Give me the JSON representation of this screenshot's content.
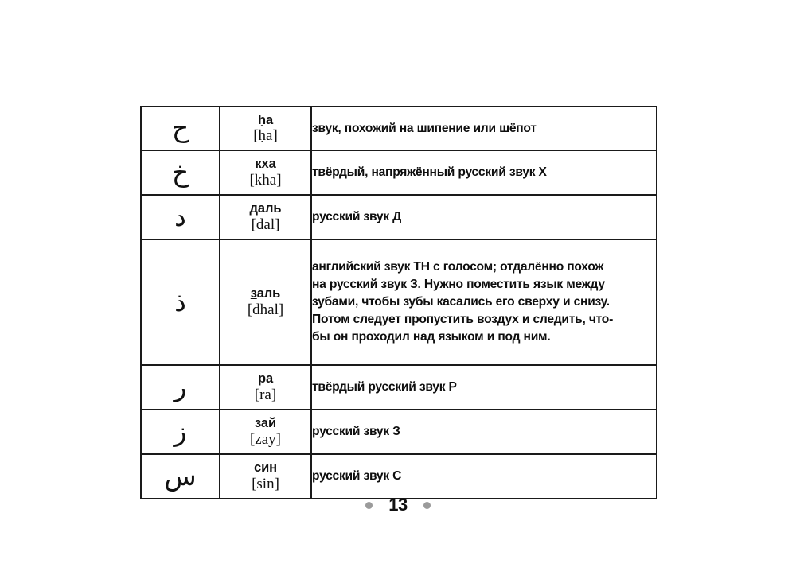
{
  "page": {
    "number": "13",
    "footer_dot_color": "#9b9b9b",
    "background_color": "#ffffff",
    "border_color": "#1a1a1a",
    "text_color": "#111111"
  },
  "table": {
    "columns": [
      "letter",
      "name",
      "description"
    ],
    "rows": [
      {
        "letter": "ح",
        "name_cyrillic": "ḥa",
        "name_latin": "[ḥa]",
        "description_lines": [
          "звук, похожий на шипение или шёпот"
        ]
      },
      {
        "letter": "خ",
        "name_cyrillic": "кха",
        "name_latin": "[kha]",
        "description_lines": [
          "твёрдый, напряжённый русский звук Х"
        ]
      },
      {
        "letter": "د",
        "name_cyrillic": "даль",
        "name_latin": "[dal]",
        "description_lines": [
          "русский звук Д"
        ]
      },
      {
        "letter": "ذ",
        "name_cyrillic_prefix": "з",
        "name_cyrillic_rest": "аль",
        "name_cyrillic": "заль",
        "name_latin": "[dhal]",
        "description_lines": [
          "английский звук ТН с голосом; отдалённо похож",
          "на русский звук З. Нужно поместить язык между",
          "зубами, чтобы зубы касались его сверху и снизу.",
          "Потом следует пропустить воздух и следить, что-",
          "бы он проходил над языком и под ним."
        ]
      },
      {
        "letter": "ر",
        "name_cyrillic": "ра",
        "name_latin": "[ra]",
        "description_lines": [
          "твёрдый русский звук Р"
        ]
      },
      {
        "letter": "ز",
        "name_cyrillic": "зай",
        "name_latin": "[zay]",
        "description_lines": [
          "русский звук З"
        ]
      },
      {
        "letter": "س",
        "name_cyrillic": "син",
        "name_latin": "[sin]",
        "description_lines": [
          "русский звук С"
        ]
      }
    ]
  }
}
